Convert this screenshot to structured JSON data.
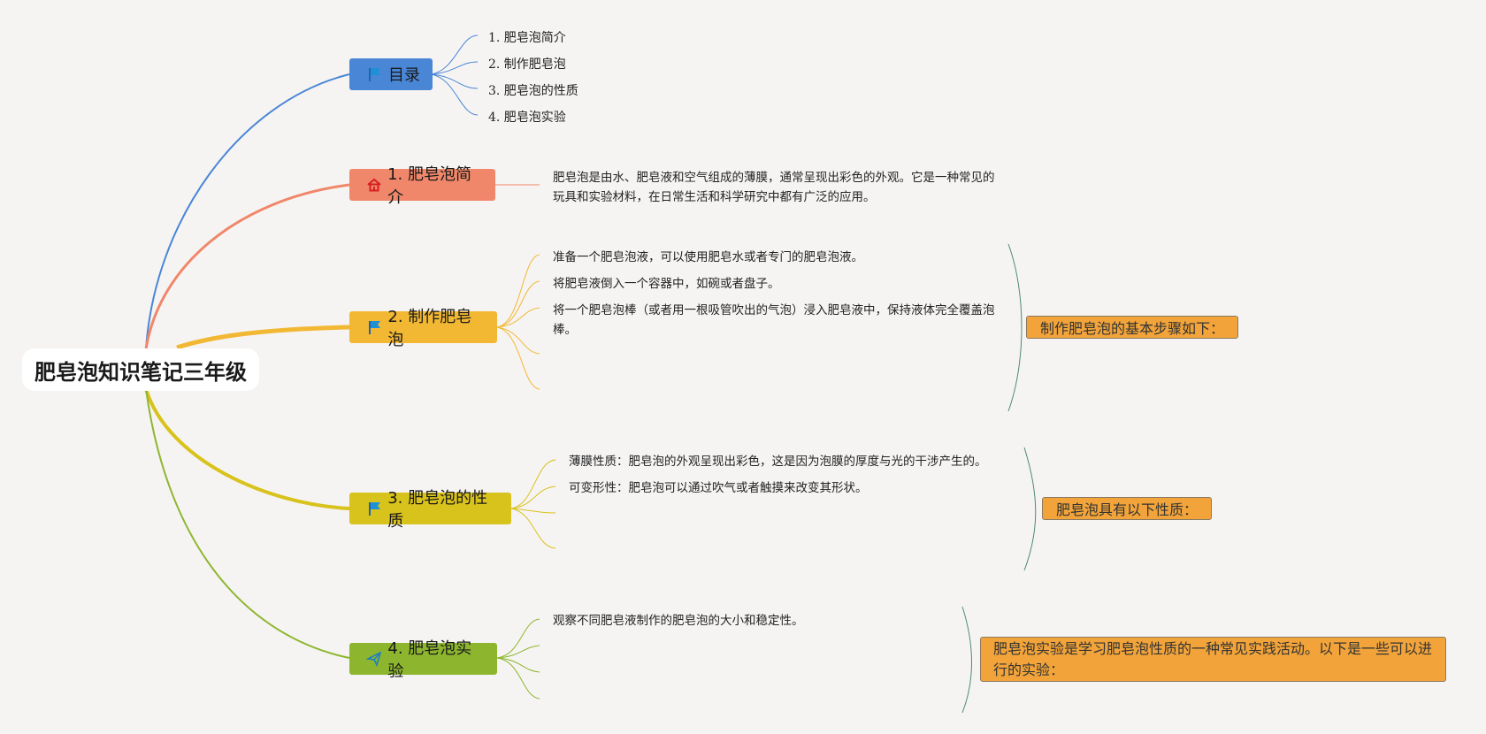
{
  "root": {
    "title": "肥皂泡知识笔记三年级"
  },
  "colors": {
    "background": "#f6f4f3",
    "toc": "#4a86d6",
    "intro": "#f0876a",
    "make": "#f2b833",
    "props": "#d8c21c",
    "exp": "#8db62e",
    "summary": "#f2a43a"
  },
  "branches": {
    "toc": {
      "label": "目录",
      "icon": "flag-icon",
      "items": [
        "1. 肥皂泡简介",
        "2. 制作肥皂泡",
        "3. 肥皂泡的性质",
        "4. 肥皂泡实验"
      ]
    },
    "intro": {
      "label": "1. 肥皂泡简介",
      "icon": "home-icon",
      "text": "肥皂泡是由水、肥皂液和空气组成的薄膜，通常呈现出彩色的外观。它是一种常见的玩具和实验材料，在日常生活和科学研究中都有广泛的应用。"
    },
    "make": {
      "label": "2. 制作肥皂泡",
      "icon": "flag-icon",
      "steps": [
        "准备一个肥皂泡液，可以使用肥皂水或者专门的肥皂泡液。",
        "将肥皂液倒入一个容器中，如碗或者盘子。",
        "将一个肥皂泡棒（或者用一根吸管吹出的气泡）浸入肥皂液中，保持液体完全覆盖泡棒。"
      ],
      "summary": "制作肥皂泡的基本步骤如下："
    },
    "props": {
      "label": "3. 肥皂泡的性质",
      "icon": "flag-icon",
      "items": [
        "薄膜性质：肥皂泡的外观呈现出彩色，这是因为泡膜的厚度与光的干涉产生的。",
        "可变形性：肥皂泡可以通过吹气或者触摸来改变其形状。"
      ],
      "summary": "肥皂泡具有以下性质："
    },
    "exp": {
      "label": "4. 肥皂泡实验",
      "icon": "send-icon",
      "items": [
        "观察不同肥皂液制作的肥皂泡的大小和稳定性。"
      ],
      "summary": "肥皂泡实验是学习肥皂泡性质的一种常见实践活动。以下是一些可以进行的实验："
    }
  }
}
